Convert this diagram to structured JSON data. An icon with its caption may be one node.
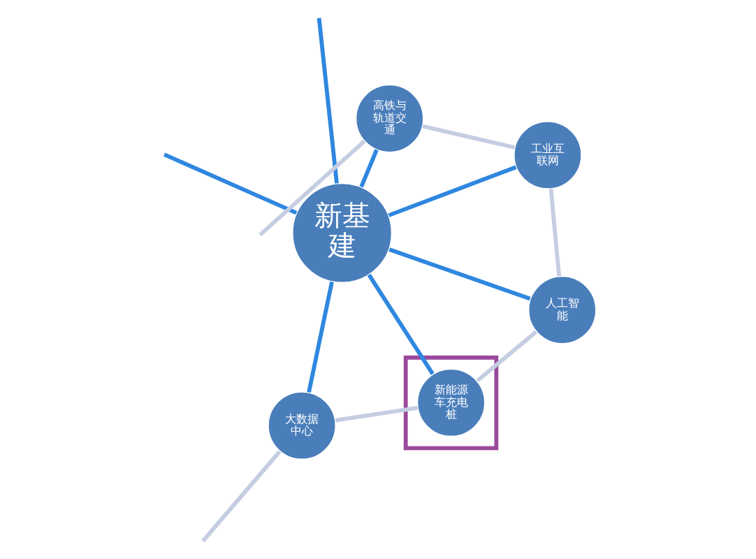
{
  "diagram": {
    "nodes": [
      {
        "text": [
          "人工智能"
        ]
      },
      {
        "text": [
          "工业互联网"
        ]
      },
      {
        "text": [],
        "shape": "box"
      },
      {
        "text": [
          "新能源车充电桩"
        ],
        "in": 2
      },
      {
        "text": [
          "新基建"
        ]
      },
      {
        "text": [
          "高铁与轨道交通"
        ]
      },
      {
        "text": [
          "大数据中心"
        ]
      }
    ],
    "edges": [
      {
        "from": 4,
        "to": 0,
        "arrow": "none",
        "color": "#2f87df"
      },
      {
        "from": 4,
        "to": 1,
        "arrow": "none",
        "color": "#2f87df"
      },
      {
        "from": 4,
        "to": 3,
        "arrow": "none",
        "color": "#2f87df"
      },
      {
        "from": 4,
        "to": 5,
        "arrow": "none",
        "color": "#2f87df"
      },
      {
        "from": 4,
        "to": 6,
        "arrow": "none",
        "color": "#2f87df"
      },
      {
        "from": 4,
        "to": null,
        "arrow": "none",
        "color": "#2f87df"
      },
      {
        "from": 4,
        "to": null,
        "arrow": "none",
        "color": "#2f87df"
      },
      {
        "from": 1,
        "to": 0,
        "arrow": "none",
        "color": "#c5cde2"
      },
      {
        "from": 0,
        "to": 3,
        "arrow": "none",
        "color": "#c5cde2"
      },
      {
        "from": 3,
        "to": 6,
        "arrow": "none",
        "color": "#c5cde2"
      },
      {
        "from": 1,
        "to": 5,
        "arrow": "none",
        "color": "#c5cde2"
      },
      {
        "from": 5,
        "to": null,
        "arrow": "none",
        "color": "#c5cde2"
      },
      {
        "from": 6,
        "to": null,
        "arrow": "none",
        "color": "#c5cde2"
      }
    ]
  }
}
